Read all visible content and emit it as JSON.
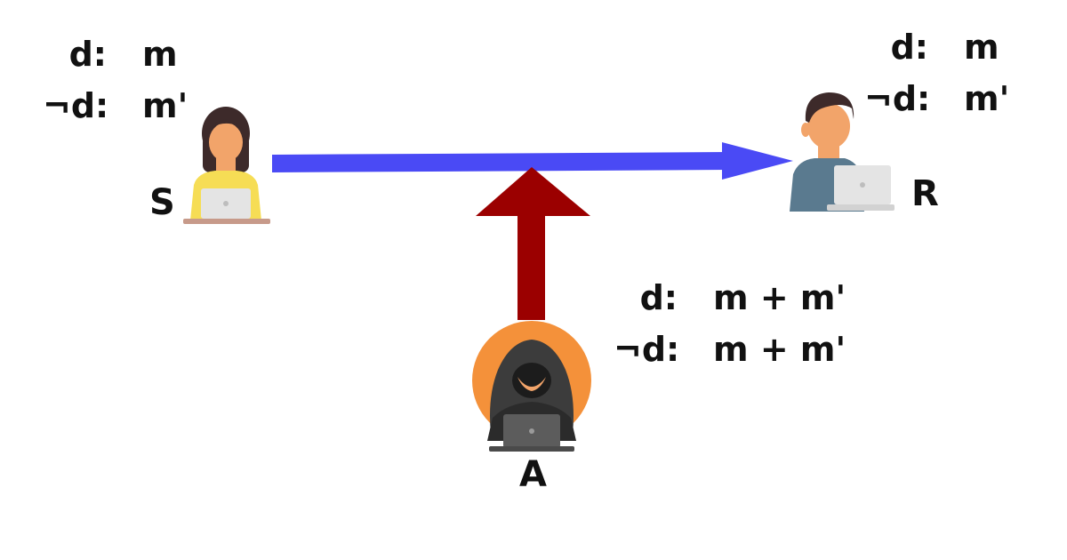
{
  "nodes": {
    "sender": {
      "label": "S"
    },
    "receiver": {
      "label": "R"
    },
    "adversary": {
      "label": "A"
    }
  },
  "sender_table": [
    {
      "key": "d:",
      "value": "m"
    },
    {
      "key": "¬d:",
      "value": "m'"
    }
  ],
  "receiver_table": [
    {
      "key": "d:",
      "value": "m"
    },
    {
      "key": "¬d:",
      "value": "m'"
    }
  ],
  "adversary_table": [
    {
      "key": "d:",
      "value": "m + m'"
    },
    {
      "key": "¬d:",
      "value": "m + m'"
    }
  ],
  "colors": {
    "channel_arrow": "#4a4af5",
    "attack_arrow": "#9b0000",
    "adversary_circle": "#f4913a",
    "sender_shirt": "#f6dd55",
    "receiver_shirt": "#5a7a8f",
    "skin": "#f2a46a",
    "hair": "#3d2a2a",
    "laptop": "#e4e4e4"
  }
}
